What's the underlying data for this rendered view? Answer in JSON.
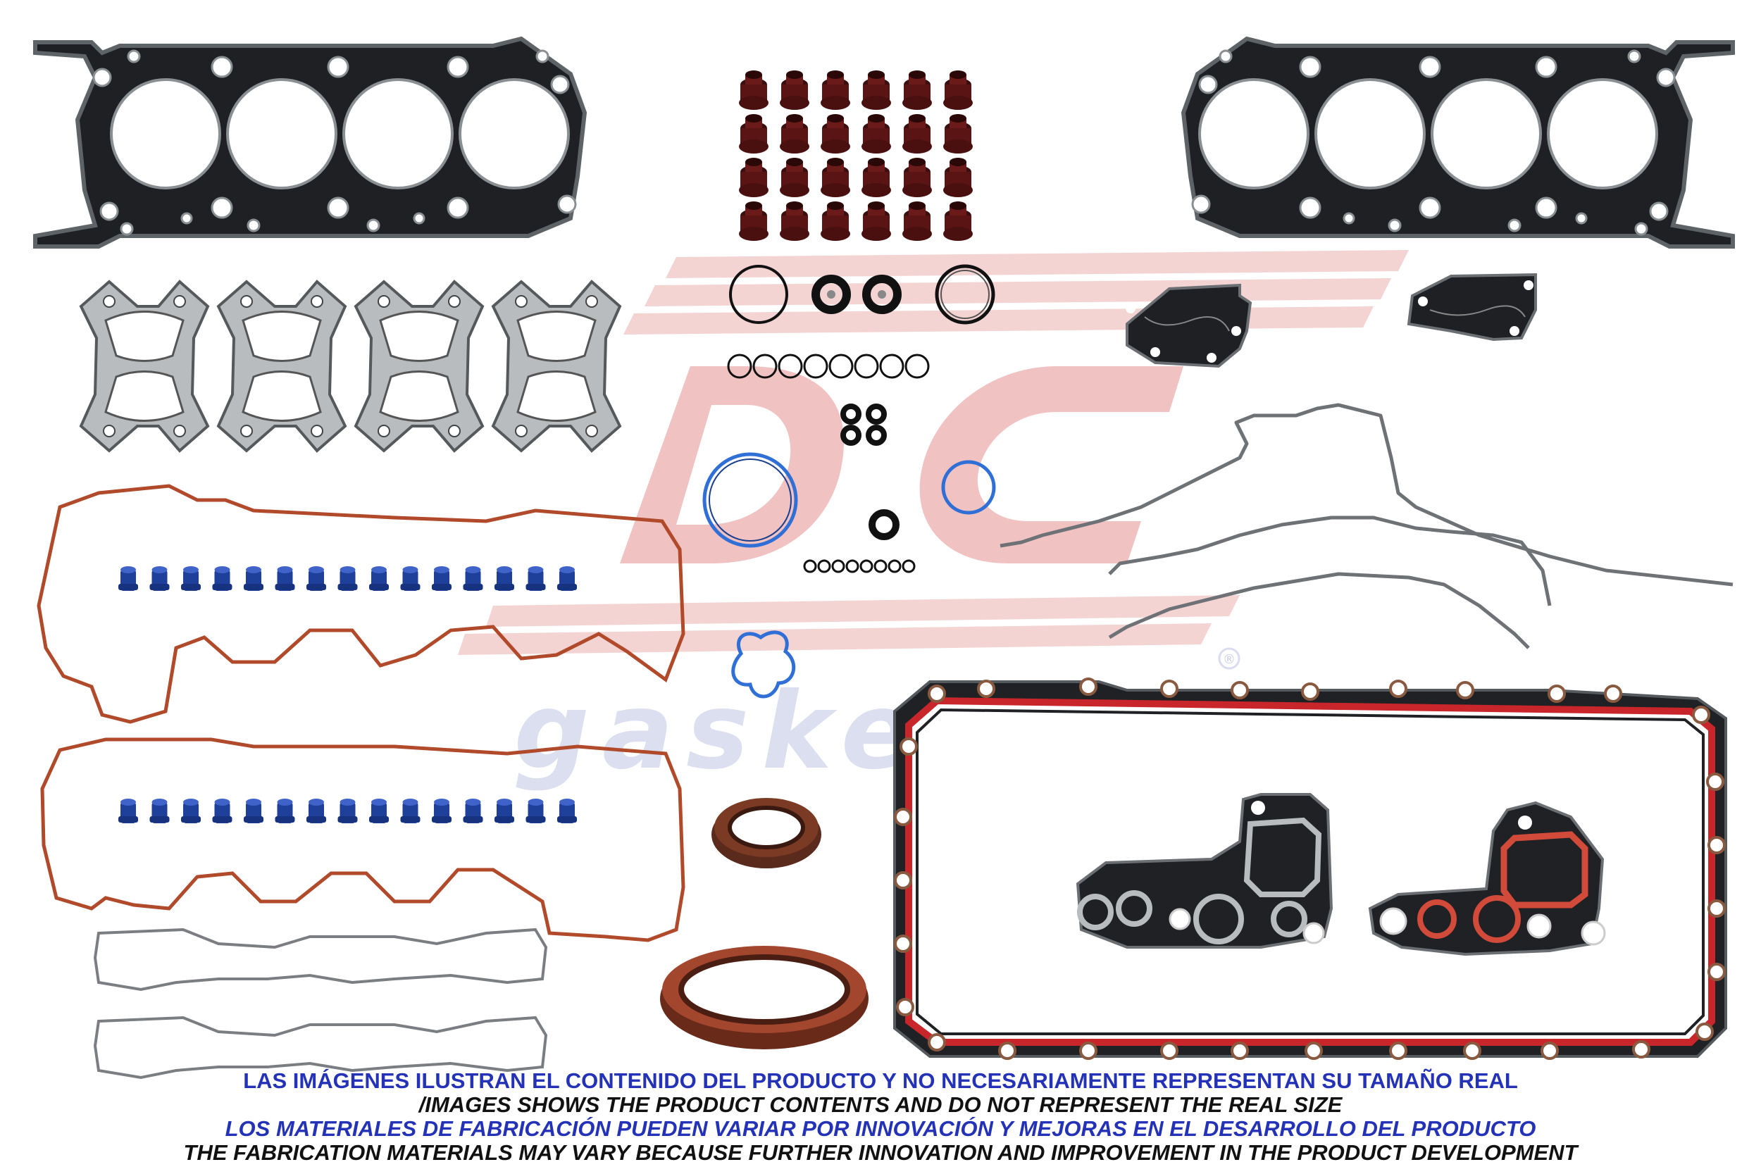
{
  "watermark": {
    "logo_letters": "DC",
    "logo_word": "gaskets",
    "registered_mark": "®"
  },
  "colors": {
    "gasket_black": "#1f2124",
    "gasket_edge": "#6b6f73",
    "seal_red": "#c8262a",
    "seal_blue": "#2d5ec8",
    "seal_brown": "#6a2a1a",
    "oring_blue": "#2f6fd6",
    "valve_cover_seal": "#b04a2a",
    "caption_blue": "#2432b8",
    "caption_black": "#111111",
    "watermark_red": "#f2c7c7",
    "watermark_blue": "#d9dcef"
  },
  "captions": {
    "line1": "LAS IMÁGENES ILUSTRAN EL CONTENIDO DEL PRODUCTO Y NO NECESARIAMENTE REPRESENTAN SU TAMAÑO REAL",
    "line2": "/IMAGES SHOWS THE PRODUCT CONTENTS AND DO NOT REPRESENT THE REAL SIZE",
    "line3": "LOS MATERIALES DE FABRICACIÓN PUEDEN VARIAR POR INNOVACIÓN Y MEJORAS EN EL DESARROLLO DEL PRODUCTO",
    "line4": "THE FABRICATION MATERIALS MAY VARY BECAUSE FURTHER INNOVATION AND IMPROVEMENT IN THE PRODUCT DEVELOPMENT"
  },
  "parts": [
    {
      "name": "head-gasket-left",
      "icon": "head-gasket-icon"
    },
    {
      "name": "head-gasket-right",
      "icon": "head-gasket-icon"
    },
    {
      "name": "valve-stem-seals",
      "icon": "valve-stem-seal-icon"
    },
    {
      "name": "exhaust-manifold-gaskets",
      "icon": "manifold-gasket-icon"
    },
    {
      "name": "o-rings",
      "icon": "o-ring-icon"
    },
    {
      "name": "valve-cover-gaskets",
      "icon": "valve-cover-gasket-icon"
    },
    {
      "name": "spark-plug-tube-seals",
      "icon": "grommet-icon"
    },
    {
      "name": "timing-cover-gaskets",
      "icon": "timing-cover-gasket-icon"
    },
    {
      "name": "crankshaft-seals",
      "icon": "crank-seal-icon"
    },
    {
      "name": "oil-pan-gasket",
      "icon": "oil-pan-gasket-icon"
    },
    {
      "name": "oil-filter-adapter-gaskets",
      "icon": "adapter-gasket-icon"
    },
    {
      "name": "intake-manifold-gaskets",
      "icon": "intake-gasket-icon"
    },
    {
      "name": "egr-plate-gaskets",
      "icon": "plate-gasket-icon"
    },
    {
      "name": "thermostat-gasket",
      "icon": "thermostat-gasket-icon"
    }
  ]
}
